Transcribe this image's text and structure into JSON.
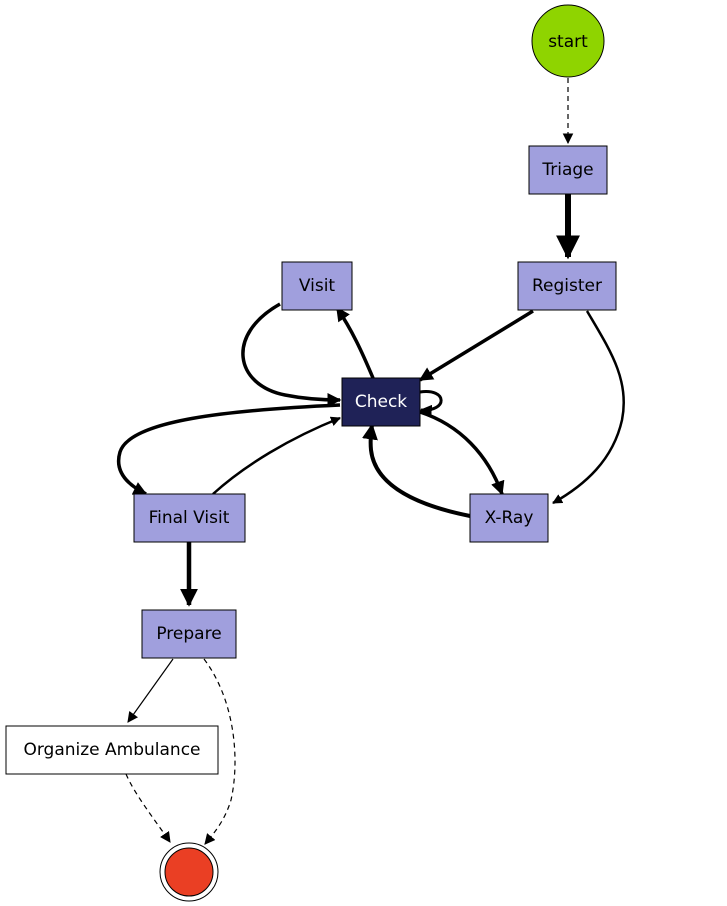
{
  "diagram": {
    "nodes": {
      "start": {
        "label": "start",
        "kind": "start-event"
      },
      "triage": {
        "label": "Triage",
        "kind": "activity"
      },
      "register": {
        "label": "Register",
        "kind": "activity"
      },
      "visit": {
        "label": "Visit",
        "kind": "activity"
      },
      "check": {
        "label": "Check",
        "kind": "activity-highlighted"
      },
      "final_visit": {
        "label": "Final Visit",
        "kind": "activity"
      },
      "xray": {
        "label": "X-Ray",
        "kind": "activity"
      },
      "prepare": {
        "label": "Prepare",
        "kind": "activity"
      },
      "organize_ambulance": {
        "label": "Organize Ambulance",
        "kind": "activity-plain"
      },
      "end": {
        "label": "",
        "kind": "end-event"
      }
    },
    "edges": [
      {
        "from": "start",
        "to": "triage",
        "style": "dashed"
      },
      {
        "from": "triage",
        "to": "register",
        "style": "solid"
      },
      {
        "from": "register",
        "to": "check",
        "style": "solid"
      },
      {
        "from": "register",
        "to": "xray",
        "style": "solid"
      },
      {
        "from": "visit",
        "to": "check",
        "style": "solid"
      },
      {
        "from": "check",
        "to": "visit",
        "style": "solid"
      },
      {
        "from": "check",
        "to": "check",
        "style": "solid"
      },
      {
        "from": "check",
        "to": "final_visit",
        "style": "solid"
      },
      {
        "from": "final_visit",
        "to": "check",
        "style": "solid"
      },
      {
        "from": "check",
        "to": "xray",
        "style": "solid"
      },
      {
        "from": "xray",
        "to": "check",
        "style": "solid"
      },
      {
        "from": "final_visit",
        "to": "prepare",
        "style": "solid"
      },
      {
        "from": "prepare",
        "to": "organize_ambulance",
        "style": "solid"
      },
      {
        "from": "prepare",
        "to": "end",
        "style": "dashed"
      },
      {
        "from": "organize_ambulance",
        "to": "end",
        "style": "dashed"
      }
    ],
    "colors": {
      "activity_fill": "#a09fdd",
      "check_fill": "#1f2257",
      "start_fill": "#8fd400",
      "end_fill": "#ea3f24",
      "plain_fill": "#ffffff",
      "stroke": "#000000"
    }
  }
}
